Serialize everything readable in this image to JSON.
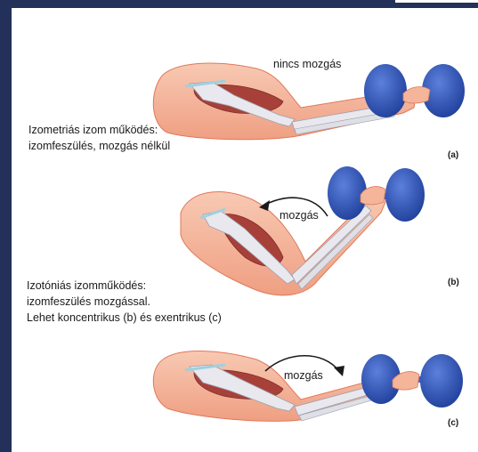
{
  "panels": [
    {
      "id": "a",
      "tag": "(a)",
      "movement": "nincs mozgás"
    },
    {
      "id": "b",
      "tag": "(b)",
      "movement": "mozgás"
    },
    {
      "id": "c",
      "tag": "(c)",
      "movement": "mozgás"
    }
  ],
  "isometric": {
    "line1": "Izometriás izom működés:",
    "line2": "izomfeszülés, mozgás nélkül"
  },
  "isotonic": {
    "line1": "Izotóniás izomműködés:",
    "line2": "izomfeszülés mozgással.",
    "line3": "Lehet koncentrikus (b) és exentrikus (c)"
  },
  "colors": {
    "frame": "#22305a",
    "skin": "#f4b59a",
    "skin_outline": "#e0785a",
    "muscle": "#a8403a",
    "bone": "#e8e8ee",
    "dumbbell": "#2e56b8"
  }
}
